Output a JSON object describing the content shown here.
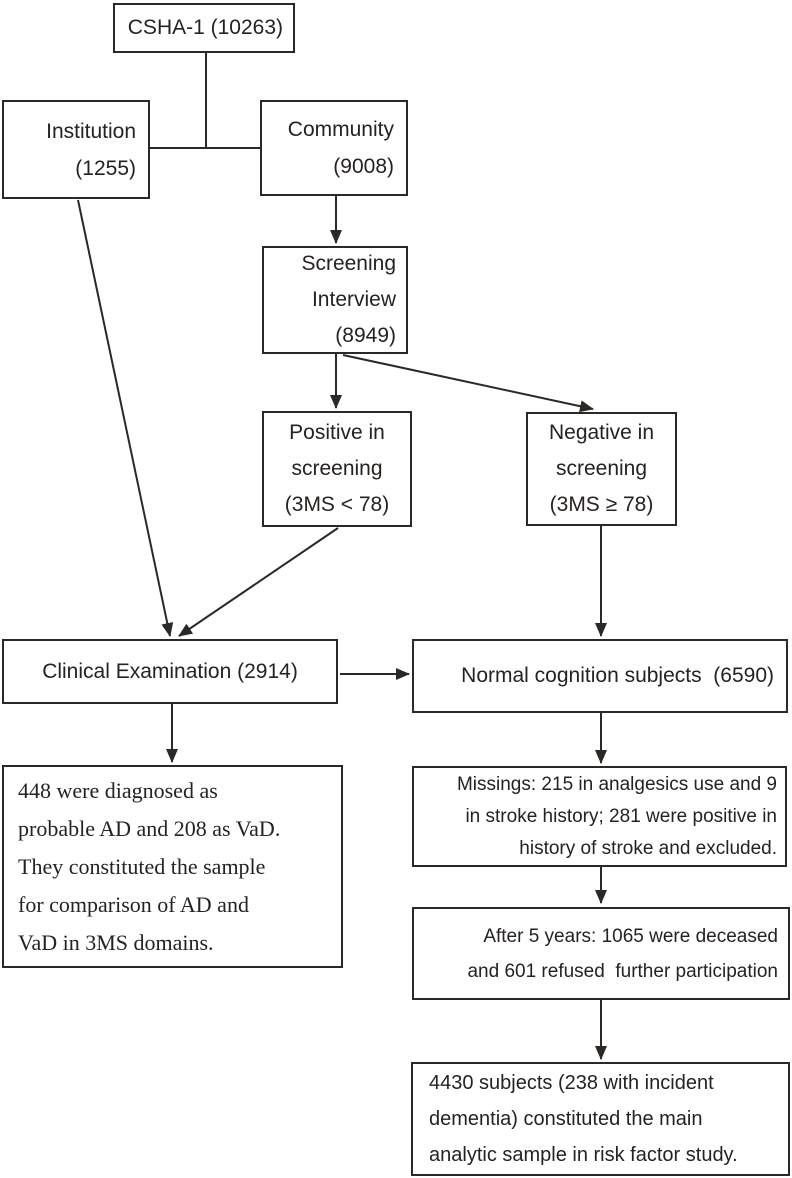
{
  "colors": {
    "stroke": "#2b2826",
    "text": "#262220",
    "box_fill": "#ffffff",
    "background": "#ffffff"
  },
  "boxes": {
    "csha1": {
      "lines": [
        "CSHA-1 (10263)"
      ]
    },
    "institution": {
      "lines": [
        "Institution",
        "(1255)"
      ]
    },
    "community": {
      "lines": [
        "Community",
        "(9008)"
      ]
    },
    "screening": {
      "lines": [
        "Screening",
        "Interview",
        "(8949)"
      ]
    },
    "positive": {
      "lines": [
        "Positive in",
        "screening",
        "(3MS < 78)"
      ]
    },
    "negative": {
      "lines": [
        "Negative in",
        "screening",
        "(3MS ≥ 78)"
      ]
    },
    "clinical": {
      "lines": [
        "Clinical Examination (2914)"
      ]
    },
    "normal": {
      "lines": [
        "Normal cognition subjects  (6590)"
      ]
    },
    "ad_vad_sample": {
      "lines": [
        "448 were diagnosed as",
        "probable AD and 208 as VaD.",
        "They constituted the sample",
        "for comparison of AD and",
        "VaD in 3MS domains."
      ]
    },
    "missings": {
      "lines": [
        "Missings: 215 in analgesics use and 9",
        "in stroke history; 281 were positive in",
        "history of stroke and excluded."
      ]
    },
    "after_5_years": {
      "lines": [
        "After 5 years: 1065 were deceased",
        "and 601 refused  further participation"
      ]
    },
    "final_sample": {
      "lines": [
        "4430 subjects (238 with incident",
        "dementia) constituted the main",
        "analytic sample in risk factor study."
      ]
    }
  }
}
